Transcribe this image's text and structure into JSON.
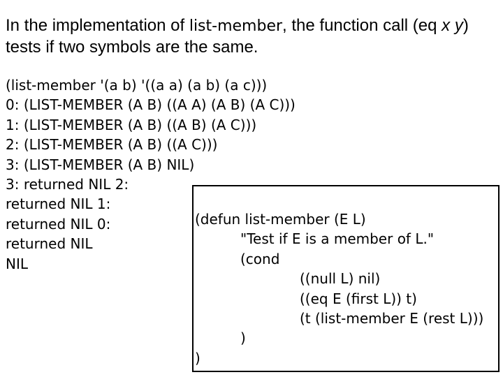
{
  "page": {
    "background_color": "#ffffff",
    "text_color": "#000000",
    "border_color": "#000000"
  },
  "intro": {
    "seg_before": "In the implementation of ",
    "seg_code_term": "list-member",
    "seg_mid": ", the function call (eq ",
    "seg_vars": "x y",
    "seg_close": ")",
    "line2": "tests if two symbols are the same."
  },
  "trace": {
    "lines": [
      "(list-member '(a b) '((a a) (a b) (a c)))",
      "0: (LIST-MEMBER (A B) ((A A) (A B) (A C)))",
      "1: (LIST-MEMBER (A B) ((A B) (A C)))",
      "2: (LIST-MEMBER (A B) ((A C)))",
      "3: (LIST-MEMBER (A B) NIL)",
      "3: returned NIL 2:",
      "returned NIL 1:",
      "returned NIL 0:",
      "returned NIL",
      "NIL"
    ]
  },
  "codebox": {
    "lines": [
      "(defun list-member (E L)",
      "\"Test if E is a member of L.\"",
      "(cond",
      "((null L) nil)",
      "((eq E (first L)) t)",
      "(t (list-member E (rest L)))",
      ")",
      ")"
    ]
  }
}
